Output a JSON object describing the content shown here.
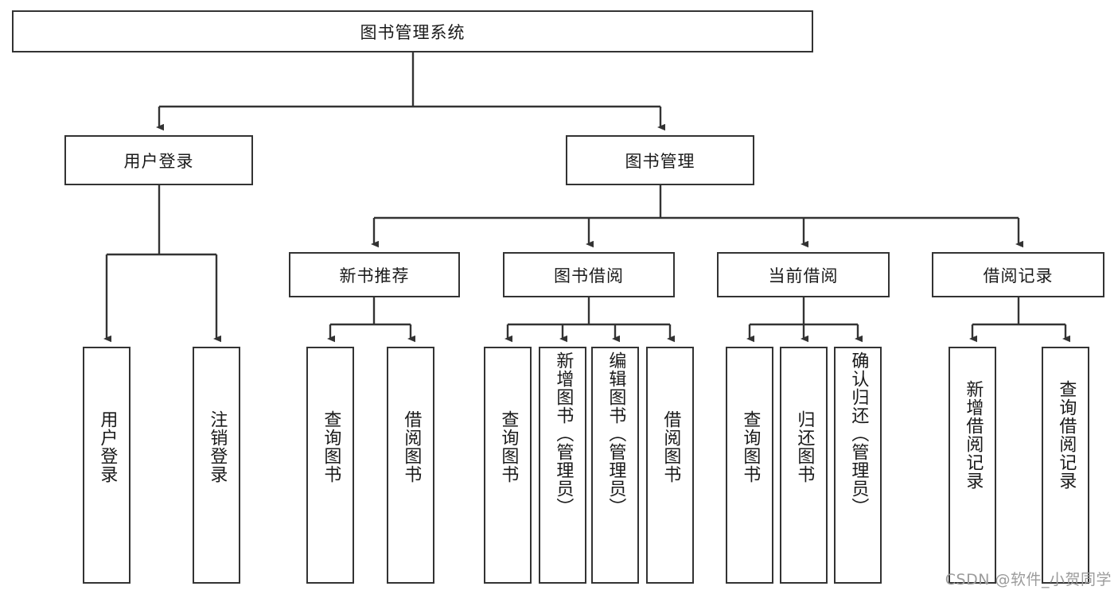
{
  "diagram": {
    "title": "图书管理系统",
    "type": "tree",
    "root": {
      "label": "图书管理系统"
    },
    "level2": [
      {
        "label": "用户登录"
      },
      {
        "label": "图书管理"
      }
    ],
    "level3": [
      {
        "label": "新书推荐"
      },
      {
        "label": "图书借阅"
      },
      {
        "label": "当前借阅"
      },
      {
        "label": "借阅记录"
      }
    ],
    "leaves": {
      "user_login": [
        {
          "label": "用户登录"
        },
        {
          "label": "注销登录"
        }
      ],
      "new_book_recommend": [
        {
          "label": "查询图书"
        },
        {
          "label": "借阅图书"
        }
      ],
      "book_borrow": [
        {
          "label": "查询图书"
        },
        {
          "label": "新增图书（管理员）"
        },
        {
          "label": "编辑图书（管理员）"
        },
        {
          "label": "借阅图书"
        }
      ],
      "current_borrow": [
        {
          "label": "查询图书"
        },
        {
          "label": "归还图书"
        },
        {
          "label": "确认归还（管理员）"
        }
      ],
      "borrow_record": [
        {
          "label": "新增借阅记录"
        },
        {
          "label": "查询借阅记录"
        }
      ]
    }
  },
  "watermark": {
    "text": "CSDN @软件_小贺同学"
  },
  "colors": {
    "stroke": "#333333",
    "text": "#1a1a1a",
    "background": "#ffffff",
    "watermark": "#9b9b9b"
  }
}
